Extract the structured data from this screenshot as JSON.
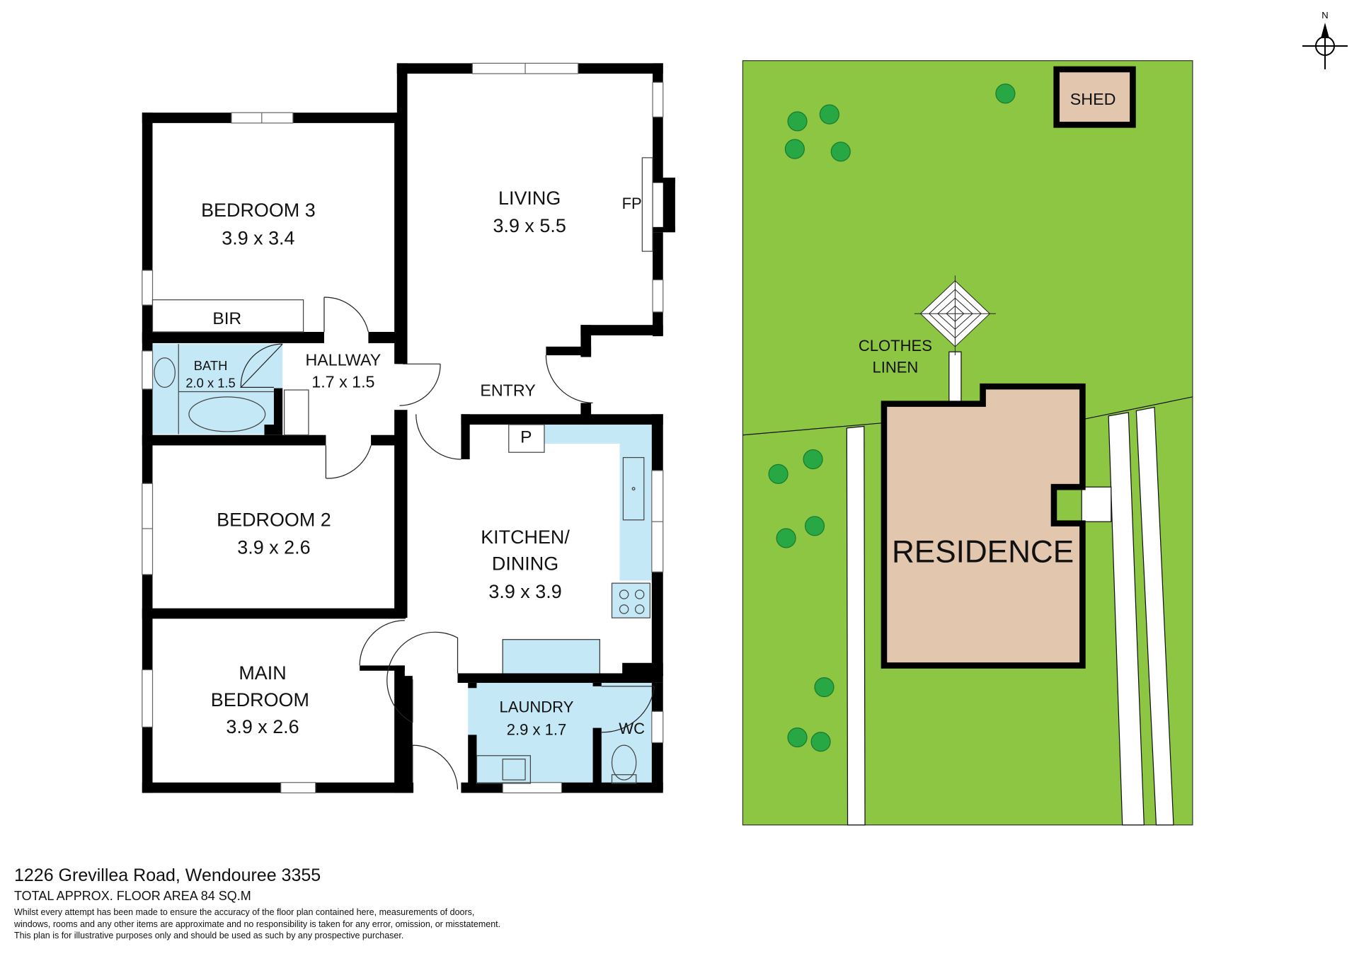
{
  "address": "1226 Grevillea Road, Wendouree 3355",
  "total_area": "TOTAL APPROX. FLOOR AREA 84 SQ.M",
  "disclaimer": [
    "Whilst every attempt has been made to ensure the accuracy of the floor plan contained here, measurements of doors,",
    "windows, rooms and any other items are approximate and no responsibility is taken for any error, omission, or misstatement.",
    "This plan is for illustrative purposes only and should be used as such by any prospective purchaser."
  ],
  "compass": {
    "label": "N",
    "icon": "north-arrow-icon"
  },
  "floor_plan": {
    "rooms": [
      {
        "name": "BEDROOM 3",
        "size": "3.9 x 3.4"
      },
      {
        "name": "LIVING",
        "size": "3.9 x 5.5"
      },
      {
        "name": "BIR"
      },
      {
        "name": "BATH",
        "size": "2.0 x 1.5"
      },
      {
        "name": "HALLWAY",
        "size": "1.7 x 1.5"
      },
      {
        "name": "ENTRY"
      },
      {
        "name": "BEDROOM 2",
        "size": "3.9 x 2.6"
      },
      {
        "name": "KITCHEN/",
        "name2": "DINING",
        "size": "3.9 x 3.9"
      },
      {
        "name": "MAIN",
        "name2": "BEDROOM",
        "size": "3.9 x 2.6"
      },
      {
        "name": "LAUNDRY",
        "size": "2.9 x 1.7"
      },
      {
        "name": "WC"
      }
    ],
    "fixtures": {
      "fireplace": "FP",
      "pantry": "P"
    }
  },
  "site_plan": {
    "shed": "SHED",
    "clothesline": [
      "CLOTHES",
      "LINEN"
    ],
    "residence": "RESIDENCE"
  },
  "colors": {
    "wall": "#000000",
    "wet_area": "#c5e8f7",
    "lawn": "#8dc642",
    "tree": "#27a844",
    "building": "#e2c6ae",
    "path": "#ffffff"
  }
}
